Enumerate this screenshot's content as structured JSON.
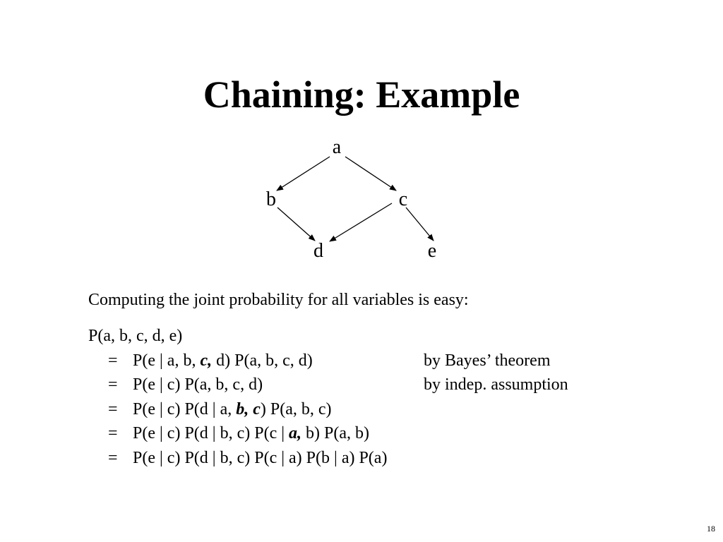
{
  "title": "Chaining: Example",
  "graph": {
    "nodes": [
      "a",
      "b",
      "c",
      "d",
      "e"
    ],
    "edges": [
      [
        "a",
        "b"
      ],
      [
        "a",
        "c"
      ],
      [
        "b",
        "d"
      ],
      [
        "c",
        "d"
      ],
      [
        "c",
        "e"
      ]
    ]
  },
  "intro": "Computing the joint probability for all variables is easy:",
  "equations": {
    "head": "P(a, b, c, d, e)",
    "symbol": "=",
    "rows": [
      {
        "pre": "P(e | a, b, ",
        "em": "c,",
        "post": " d) P(a, b, c, d)",
        "note": "by Bayes’ theorem"
      },
      {
        "pre": "P(e | c) P(a, b, c, d)",
        "em": "",
        "post": "",
        "note": "by indep. assumption"
      },
      {
        "pre": "P(e | c) P(d | a, ",
        "em": "b, c",
        "post": ") P(a, b, c)",
        "note": ""
      },
      {
        "pre": "P(e | c) P(d | b, c) P(c | ",
        "em": "a,",
        "post": " b) P(a, b)",
        "note": ""
      },
      {
        "pre": "P(e | c) P(d | b, c) P(c | a) P(b | a) P(a)",
        "em": "",
        "post": "",
        "note": ""
      }
    ]
  },
  "page_number": "18"
}
